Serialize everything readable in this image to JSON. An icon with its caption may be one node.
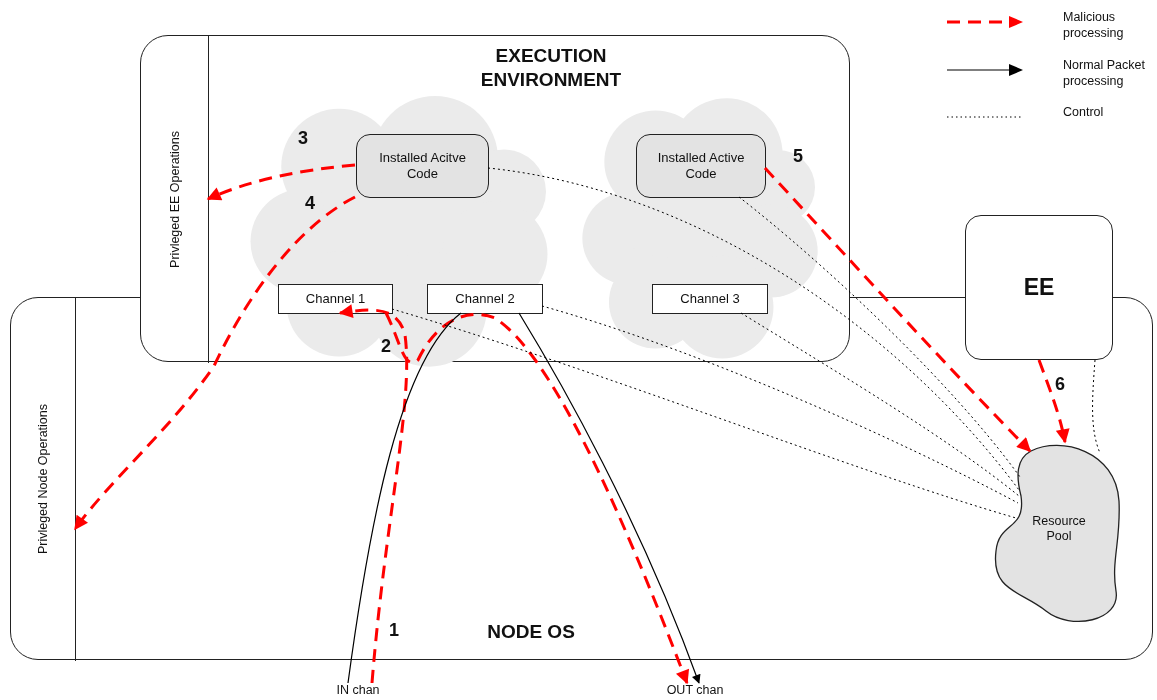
{
  "diagram": {
    "nodes": [
      {
        "text": [
          "EXECUTION ENVIRONMENT"
        ]
      },
      {
        "text": [
          "Privleged EE Operations"
        ],
        "in": 0
      },
      {
        "text": [
          "Installed Acitve Code"
        ],
        "in": 0
      },
      {
        "text": [
          "Installed Active Code"
        ],
        "in": 0
      },
      {
        "text": [
          "Channel 1"
        ],
        "in": 0
      },
      {
        "text": [
          "Channel 2"
        ],
        "in": 0
      },
      {
        "text": [
          "Channel 3"
        ],
        "in": 0
      },
      {
        "text": [
          "NODE OS"
        ]
      },
      {
        "text": [
          "Privleged Node Operations"
        ],
        "in": 7
      },
      {
        "text": [
          "EE"
        ]
      },
      {
        "text": [
          "Resource Pool"
        ],
        "in": 7
      },
      {
        "text": [
          "IN chan"
        ]
      },
      {
        "text": [
          "OUT chan"
        ]
      }
    ],
    "edges": [
      {
        "from": 11,
        "to": 4,
        "arrow": "to",
        "style": "dashed",
        "color": "#ff0000"
      },
      {
        "from": 4,
        "to": 12,
        "arrow": "to",
        "style": "dashed",
        "color": "#ff0000"
      },
      {
        "from": 2,
        "to": 1,
        "arrow": "to",
        "style": "dashed",
        "color": "#ff0000"
      },
      {
        "from": 2,
        "to": 8,
        "arrow": "to",
        "style": "dashed",
        "color": "#ff0000"
      },
      {
        "from": 3,
        "to": 10,
        "arrow": "to",
        "style": "dashed",
        "color": "#ff0000"
      },
      {
        "from": 9,
        "to": 10,
        "arrow": "to",
        "style": "dashed",
        "color": "#ff0000"
      },
      {
        "from": 11,
        "to": 5,
        "arrow": "none"
      },
      {
        "from": 5,
        "to": 12,
        "arrow": "to"
      },
      {
        "from": 2,
        "to": 10,
        "arrow": "none",
        "style": "dashed"
      },
      {
        "from": 3,
        "to": 10,
        "arrow": "none",
        "style": "dashed"
      },
      {
        "from": 4,
        "to": 10,
        "arrow": "none",
        "style": "dashed"
      },
      {
        "from": 5,
        "to": 10,
        "arrow": "none",
        "style": "dashed"
      },
      {
        "from": 6,
        "to": 10,
        "arrow": "none",
        "style": "dashed"
      },
      {
        "from": 9,
        "to": 10,
        "arrow": "none",
        "style": "dashed"
      }
    ],
    "labels": [
      "3",
      "4",
      "5",
      "2",
      "6",
      "1"
    ],
    "legend": [
      {
        "text": "Malicious processing"
      },
      {
        "text": "Normal Packet processing"
      },
      {
        "text": "Control"
      }
    ]
  }
}
